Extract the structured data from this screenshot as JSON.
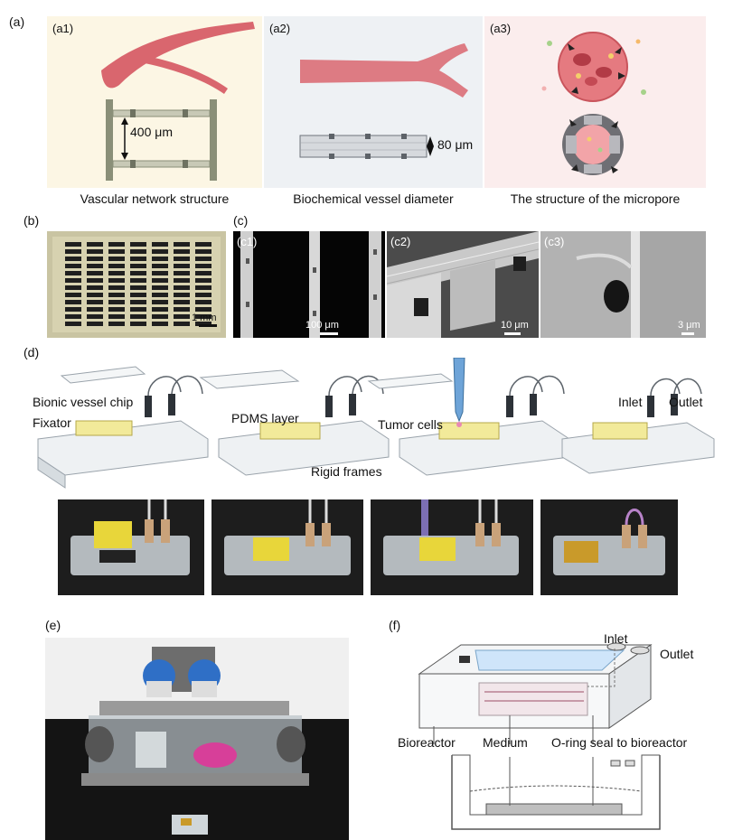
{
  "panel_labels": {
    "a": "(a)",
    "a1": "(a1)",
    "a2": "(a2)",
    "a3": "(a3)",
    "b": "(b)",
    "c": "(c)",
    "c1": "(c1)",
    "c2": "(c2)",
    "c3": "(c3)",
    "d": "(d)",
    "e": "(e)",
    "f": "(f)"
  },
  "panel_a": {
    "a1_dimension": "400 μm",
    "a2_dimension": "80 μm",
    "captions": [
      "Vascular network structure",
      "Biochemical vessel diameter",
      "The structure of the micropore"
    ],
    "colors": {
      "a1_bg": "#fcf6e4",
      "a2_bg": "#eef1f4",
      "a3_bg": "#fbeded",
      "vessel": "#d9666e"
    }
  },
  "panel_b": {
    "scale": "1 mm"
  },
  "panel_c": {
    "c1_scale": "100 μm",
    "c2_scale": "10 μm",
    "c3_scale": "3 μm"
  },
  "panel_d": {
    "labels": {
      "bionic_chip": "Bionic vessel chip",
      "fixator": "Fixator",
      "pdms": "PDMS layer",
      "tumor": "Tumor cells",
      "inlet": "Inlet",
      "outlet": "Outlet",
      "frames": "Rigid frames"
    }
  },
  "panel_f": {
    "inlet": "Inlet",
    "outlet": "Outlet",
    "bioreactor": "Bioreactor",
    "medium": "Medium",
    "oring": "O-ring seal to bioreactor"
  }
}
